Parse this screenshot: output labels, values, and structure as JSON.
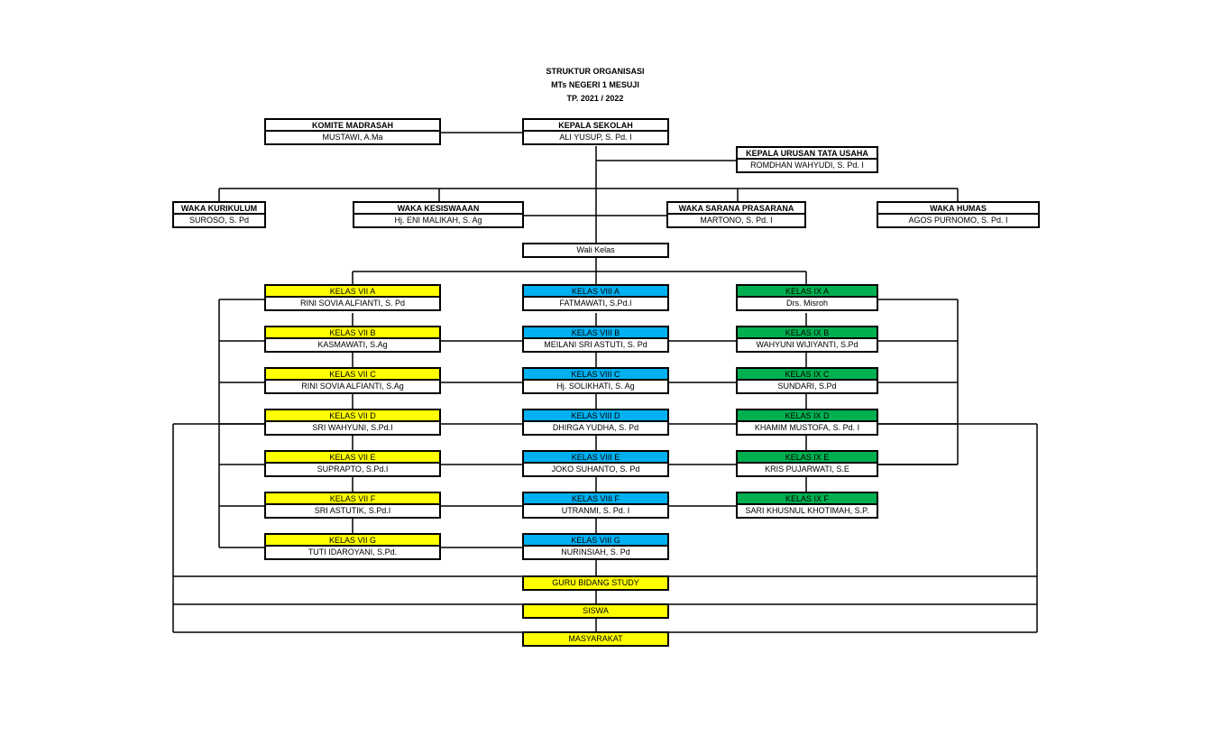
{
  "title": {
    "line1": "STRUKTUR ORGANISASI",
    "line2": "MTs NEGERI 1 MESUJI",
    "line3": "TP. 2021 / 2022"
  },
  "colors": {
    "kelas_vii": "#ffff00",
    "kelas_viii": "#00b0f0",
    "kelas_ix": "#00b050",
    "bottom": "#ffff00"
  },
  "top": {
    "komite": {
      "title": "KOMITE MADRASAH",
      "name": "MUSTAWI, A.Ma"
    },
    "kepala": {
      "title": "KEPALA SEKOLAH",
      "name": "ALI YUSUP, S. Pd. I"
    },
    "tu": {
      "title": "KEPALA URUSAN TATA USAHA",
      "name": "ROMDHAN WAHYUDI, S. Pd. I"
    }
  },
  "waka": {
    "kurikulum": {
      "title": "WAKA KURIKULUM",
      "name": "SUROSO, S. Pd"
    },
    "kesiswaan": {
      "title": "WAKA KESISWAAAN",
      "name": "Hj. ENI MALIKAH, S. Ag"
    },
    "sarana": {
      "title": "WAKA SARANA PRASARANA",
      "name": "MARTONO, S. Pd. I"
    },
    "humas": {
      "title": "WAKA HUMAS",
      "name": "AGOS PURNOMO, S. Pd. I"
    }
  },
  "wali_kelas": "Wali Kelas",
  "kelas": {
    "vii": [
      {
        "label": "KELAS VII A",
        "name": "RINI SOVIA ALFIANTI, S. Pd"
      },
      {
        "label": "KELAS VII B",
        "name": "KASMAWATI, S.Ag"
      },
      {
        "label": "KELAS VII C",
        "name": "RINI SOVIA ALFIANTI, S.Ag"
      },
      {
        "label": "KELAS VII D",
        "name": "SRI WAHYUNI, S.Pd.I"
      },
      {
        "label": "KELAS VII E",
        "name": "SUPRAPTO, S.Pd.I"
      },
      {
        "label": "KELAS VII F",
        "name": "SRI ASTUTIK, S.Pd.I"
      },
      {
        "label": "KELAS VII G",
        "name": "TUTI IDAROYANI, S.Pd."
      }
    ],
    "viii": [
      {
        "label": "KELAS VIII A",
        "name": "FATMAWATI, S.Pd.I"
      },
      {
        "label": "KELAS VIII B",
        "name": "MEILANI SRI ASTUTI, S. Pd"
      },
      {
        "label": "KELAS VIII C",
        "name": "Hj. SOLIKHATI, S. Ag"
      },
      {
        "label": "KELAS VIII D",
        "name": "DHIRGA YUDHA, S. Pd"
      },
      {
        "label": "KELAS VIII E",
        "name": "JOKO SUHANTO, S. Pd"
      },
      {
        "label": "KELAS VIII F",
        "name": "UTRANMI, S. Pd. I"
      },
      {
        "label": "KELAS VIII G",
        "name": "NURINSIAH, S. Pd"
      }
    ],
    "ix": [
      {
        "label": "KELAS IX A",
        "name": "Drs. Misroh"
      },
      {
        "label": "KELAS IX B",
        "name": "WAHYUNI WIJIYANTI, S.Pd"
      },
      {
        "label": "KELAS IX C",
        "name": "SUNDARI, S.Pd"
      },
      {
        "label": "KELAS IX D",
        "name": "KHAMIM MUSTOFA, S. Pd. I"
      },
      {
        "label": "KELAS IX E",
        "name": "KRIS PUJARWATI, S.E"
      },
      {
        "label": "KELAS IX F",
        "name": "SARI KHUSNUL KHOTIMAH, S.P."
      }
    ]
  },
  "bottom": {
    "guru": "GURU BIDANG STUDY",
    "siswa": "SISWA",
    "masyarakat": "MASYARAKAT"
  }
}
